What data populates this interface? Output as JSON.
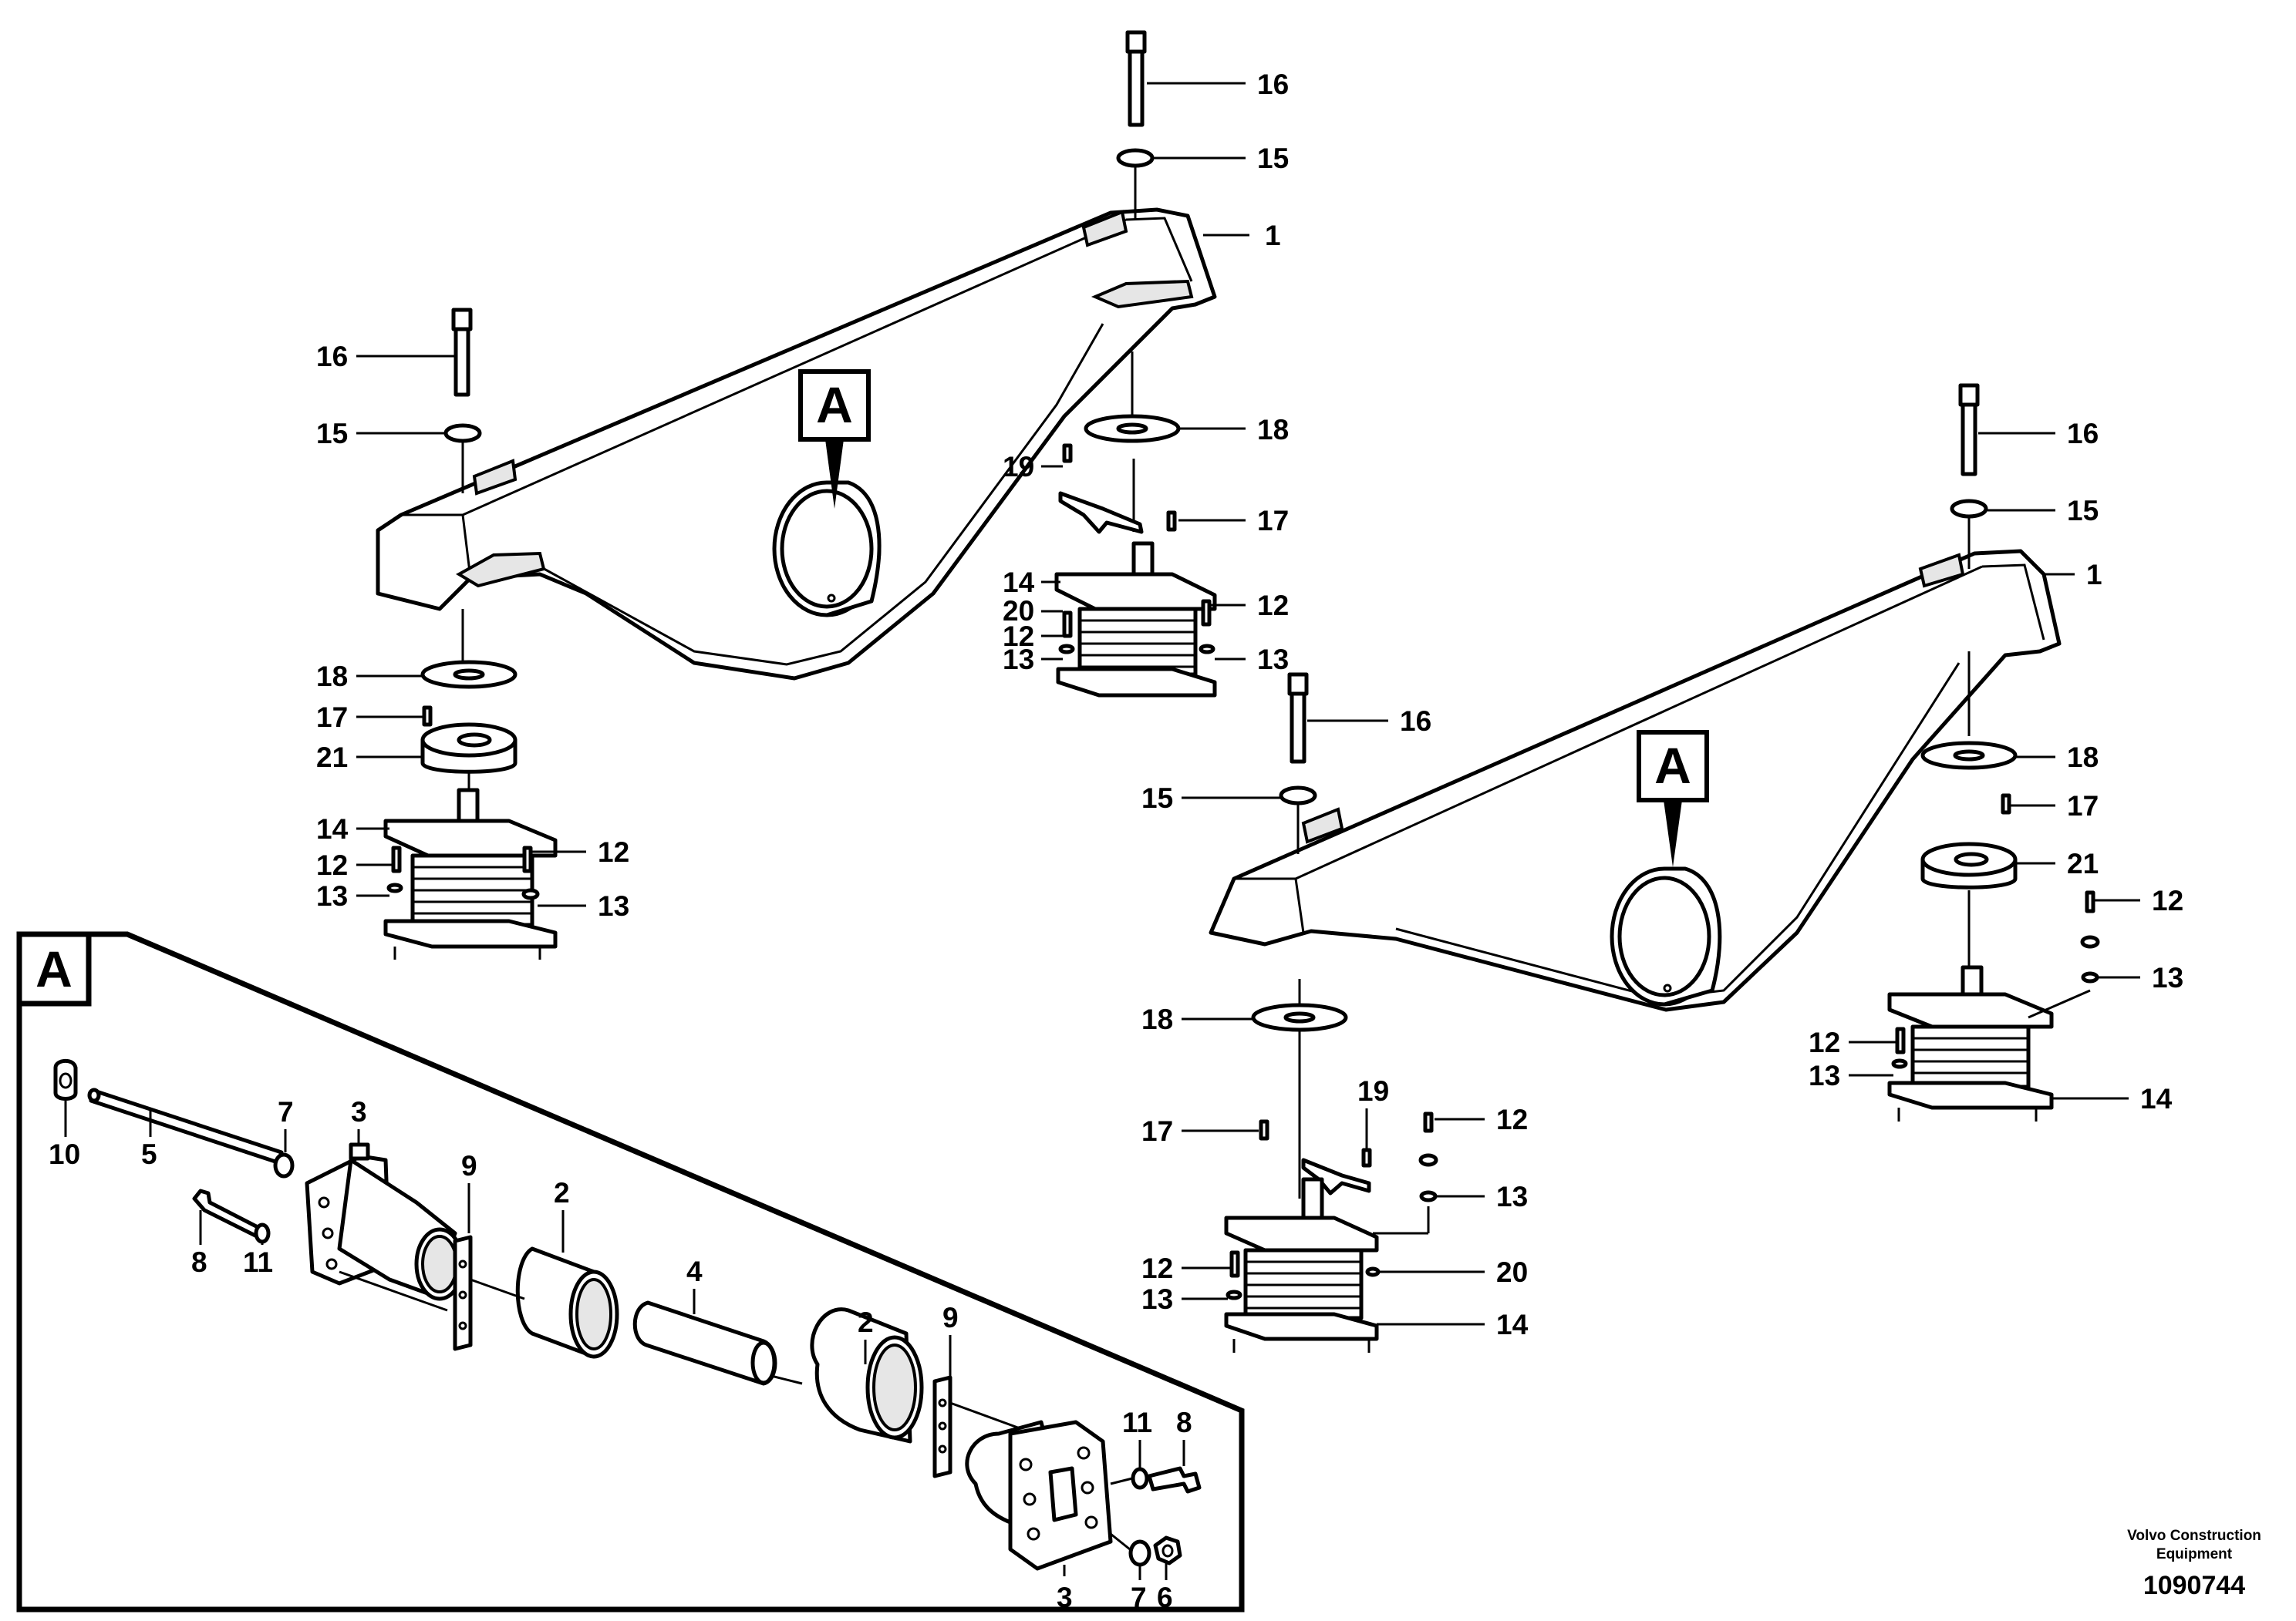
{
  "drawing_number": "1090744",
  "publisher": {
    "line1": "Volvo Construction",
    "line2": "Equipment"
  },
  "detail_marker": "A",
  "labels": [
    {
      "id": "l1",
      "text": "16"
    },
    {
      "id": "l2",
      "text": "15"
    },
    {
      "id": "l3",
      "text": "1"
    },
    {
      "id": "l4",
      "text": "16"
    },
    {
      "id": "l5",
      "text": "15"
    },
    {
      "id": "l6",
      "text": "18"
    },
    {
      "id": "l7",
      "text": "19"
    },
    {
      "id": "l8",
      "text": "17"
    },
    {
      "id": "l9",
      "text": "14"
    },
    {
      "id": "l10",
      "text": "20"
    },
    {
      "id": "l11",
      "text": "12"
    },
    {
      "id": "l12",
      "text": "13"
    },
    {
      "id": "l13",
      "text": "12"
    },
    {
      "id": "l14",
      "text": "13"
    },
    {
      "id": "l15",
      "text": "18"
    },
    {
      "id": "l16",
      "text": "17"
    },
    {
      "id": "l17",
      "text": "21"
    },
    {
      "id": "l18",
      "text": "14"
    },
    {
      "id": "l19",
      "text": "12"
    },
    {
      "id": "l20",
      "text": "13"
    },
    {
      "id": "l21",
      "text": "12"
    },
    {
      "id": "l22",
      "text": "13"
    },
    {
      "id": "l23",
      "text": "16"
    },
    {
      "id": "l24",
      "text": "15"
    },
    {
      "id": "l25",
      "text": "1"
    },
    {
      "id": "l26",
      "text": "16"
    },
    {
      "id": "l27",
      "text": "15"
    },
    {
      "id": "l28",
      "text": "18"
    },
    {
      "id": "l29",
      "text": "17"
    },
    {
      "id": "l30",
      "text": "21"
    },
    {
      "id": "l31",
      "text": "12"
    },
    {
      "id": "l32",
      "text": "13"
    },
    {
      "id": "l33",
      "text": "12"
    },
    {
      "id": "l34",
      "text": "13"
    },
    {
      "id": "l35",
      "text": "14"
    },
    {
      "id": "l36",
      "text": "18"
    },
    {
      "id": "l37",
      "text": "19"
    },
    {
      "id": "l38",
      "text": "17"
    },
    {
      "id": "l39",
      "text": "12"
    },
    {
      "id": "l40",
      "text": "13"
    },
    {
      "id": "l41",
      "text": "20"
    },
    {
      "id": "l42",
      "text": "12"
    },
    {
      "id": "l43",
      "text": "13"
    },
    {
      "id": "l44",
      "text": "14"
    },
    {
      "id": "l45",
      "text": "7"
    },
    {
      "id": "l46",
      "text": "3"
    },
    {
      "id": "l47",
      "text": "10"
    },
    {
      "id": "l48",
      "text": "5"
    },
    {
      "id": "l49",
      "text": "9"
    },
    {
      "id": "l50",
      "text": "2"
    },
    {
      "id": "l51",
      "text": "8"
    },
    {
      "id": "l52",
      "text": "11"
    },
    {
      "id": "l53",
      "text": "4"
    },
    {
      "id": "l54",
      "text": "2"
    },
    {
      "id": "l55",
      "text": "9"
    },
    {
      "id": "l56",
      "text": "11"
    },
    {
      "id": "l57",
      "text": "8"
    },
    {
      "id": "l58",
      "text": "3"
    },
    {
      "id": "l59",
      "text": "7"
    },
    {
      "id": "l60",
      "text": "6"
    }
  ]
}
